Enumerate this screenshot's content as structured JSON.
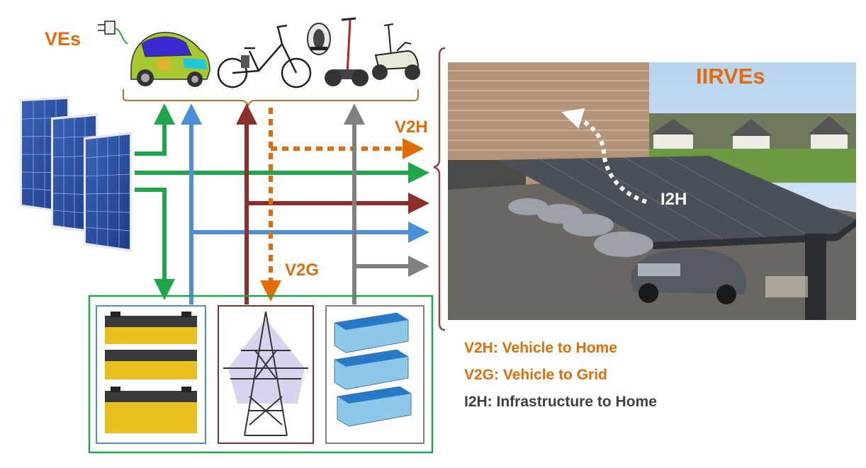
{
  "labels": {
    "ves": "VEs",
    "irves": "IIRVEs",
    "v2h": "V2H",
    "v2g": "V2G",
    "i2h": "I2H"
  },
  "legend": [
    {
      "text": "V2H: Vehicle to Home",
      "color": "#e36c09"
    },
    {
      "text": "V2G: Vehicle to Grid",
      "color": "#e36c09"
    },
    {
      "text": "I2H: Infrastructure to Home",
      "color": "#404040"
    }
  ],
  "colors": {
    "solar": "#1fa64a",
    "battery_storage": "#4a8fd8",
    "grid": "#8c2e2a",
    "vehicle_flow": "#e36c09",
    "ev_battery": "#808080",
    "brace": "#c07020",
    "right_brace": "#8b4a40",
    "storage_box": "#1fa64a"
  },
  "icons": {
    "vehicles": [
      "plug-icon",
      "car-icon",
      "bicycle-icon",
      "monowheel-icon",
      "segway-icon",
      "scooter-icon"
    ],
    "sources": [
      "solar-panel-icon",
      "lead-acid-battery-icon",
      "pylon-icon",
      "lithium-battery-icon"
    ],
    "photo": "carport-photo"
  }
}
